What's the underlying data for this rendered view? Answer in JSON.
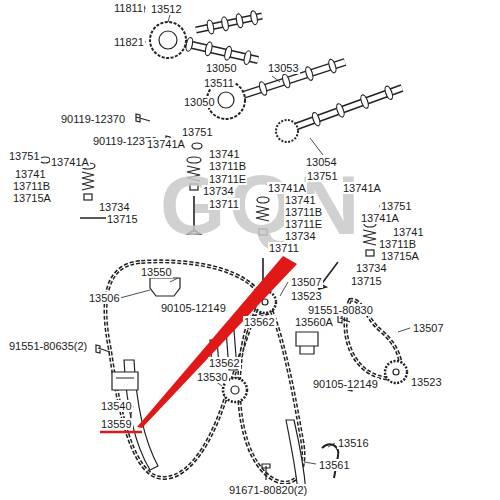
{
  "diagram": {
    "labels": [
      "11811",
      "13512",
      "11821",
      "13050",
      "13053",
      "13511",
      "90119-12370",
      "13050",
      "90119-12370",
      "13054",
      "GQN",
      "13751",
      "13741A",
      "13741",
      "13711B",
      "13711E",
      "13734",
      "13711",
      "13751",
      "13741A",
      "13741",
      "13711B",
      "13715A",
      "13734",
      "13715",
      "13751",
      "13741A",
      "13741A",
      "13741",
      "13711B",
      "13751",
      "13741A",
      "13711E",
      "13741",
      "13734",
      "13711B",
      "13711",
      "13715A",
      "13734",
      "13715",
      "13550",
      "13507",
      "13506",
      "13523",
      "90105-12149",
      "91551-80830",
      "13562",
      "13560A",
      "13507",
      "91551-80635(2)",
      "13562",
      "13530",
      "90105-12149",
      "13523",
      "13540",
      "13559",
      "13516",
      "13561",
      "91671-80820(2)"
    ]
  }
}
